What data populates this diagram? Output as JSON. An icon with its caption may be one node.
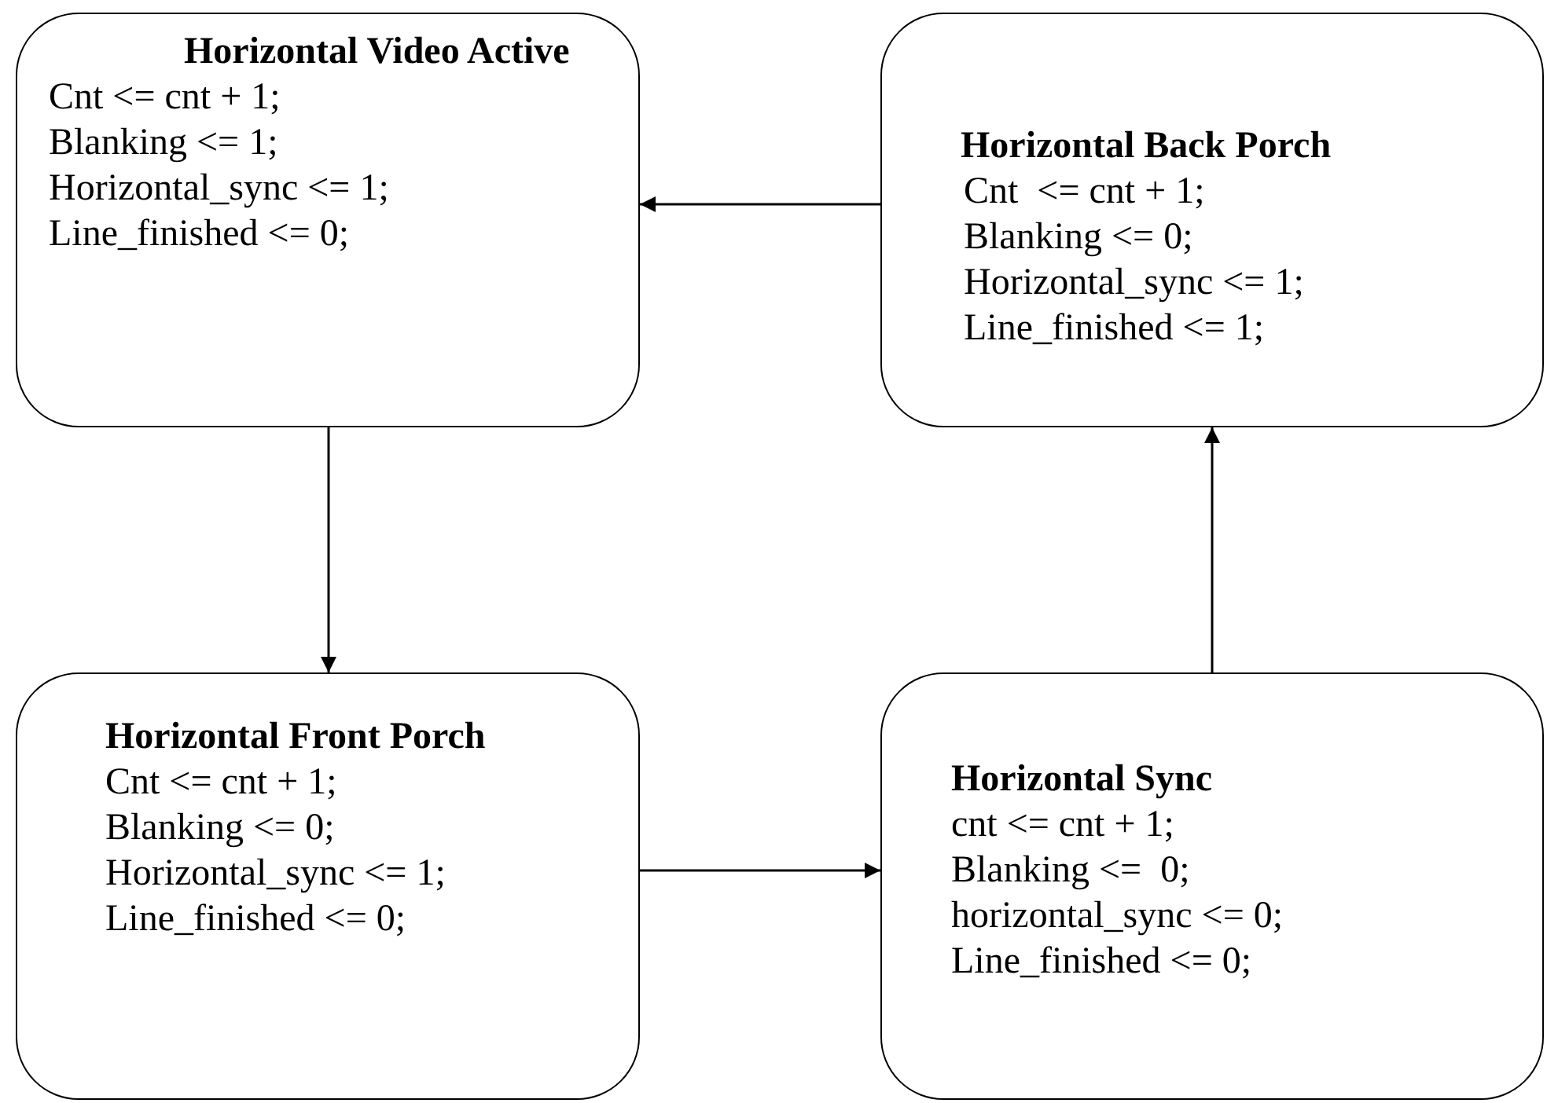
{
  "diagram": {
    "nodes": [
      {
        "text": [
          "Horizontal Video Active",
          "Cnt <= cnt + 1;",
          "Blanking <= 1;",
          "Horizontal_sync <= 1;",
          "Line_finished <= 0;"
        ]
      },
      {
        "text": [
          "Horizontal Back Porch",
          "Cnt  <= cnt + 1;",
          "Blanking <= 0;",
          "Horizontal_sync <= 1;",
          "Line_finished <= 1;"
        ]
      },
      {
        "text": [
          "Horizontal Front Porch",
          "Cnt <= cnt + 1;",
          "Blanking <= 0;",
          "Horizontal_sync <= 1;",
          "Line_finished <= 0;"
        ]
      },
      {
        "text": [
          "Horizontal Sync",
          "cnt <= cnt + 1;",
          "Blanking <=  0;",
          "horizontal_sync <= 0;",
          "Line_finished <= 0;"
        ]
      }
    ],
    "edges": [
      {
        "from": 1,
        "to": 0,
        "arrow": "to"
      },
      {
        "from": 0,
        "to": 2,
        "arrow": "to"
      },
      {
        "from": 2,
        "to": 3,
        "arrow": "to"
      },
      {
        "from": 3,
        "to": 1,
        "arrow": "to"
      }
    ]
  }
}
